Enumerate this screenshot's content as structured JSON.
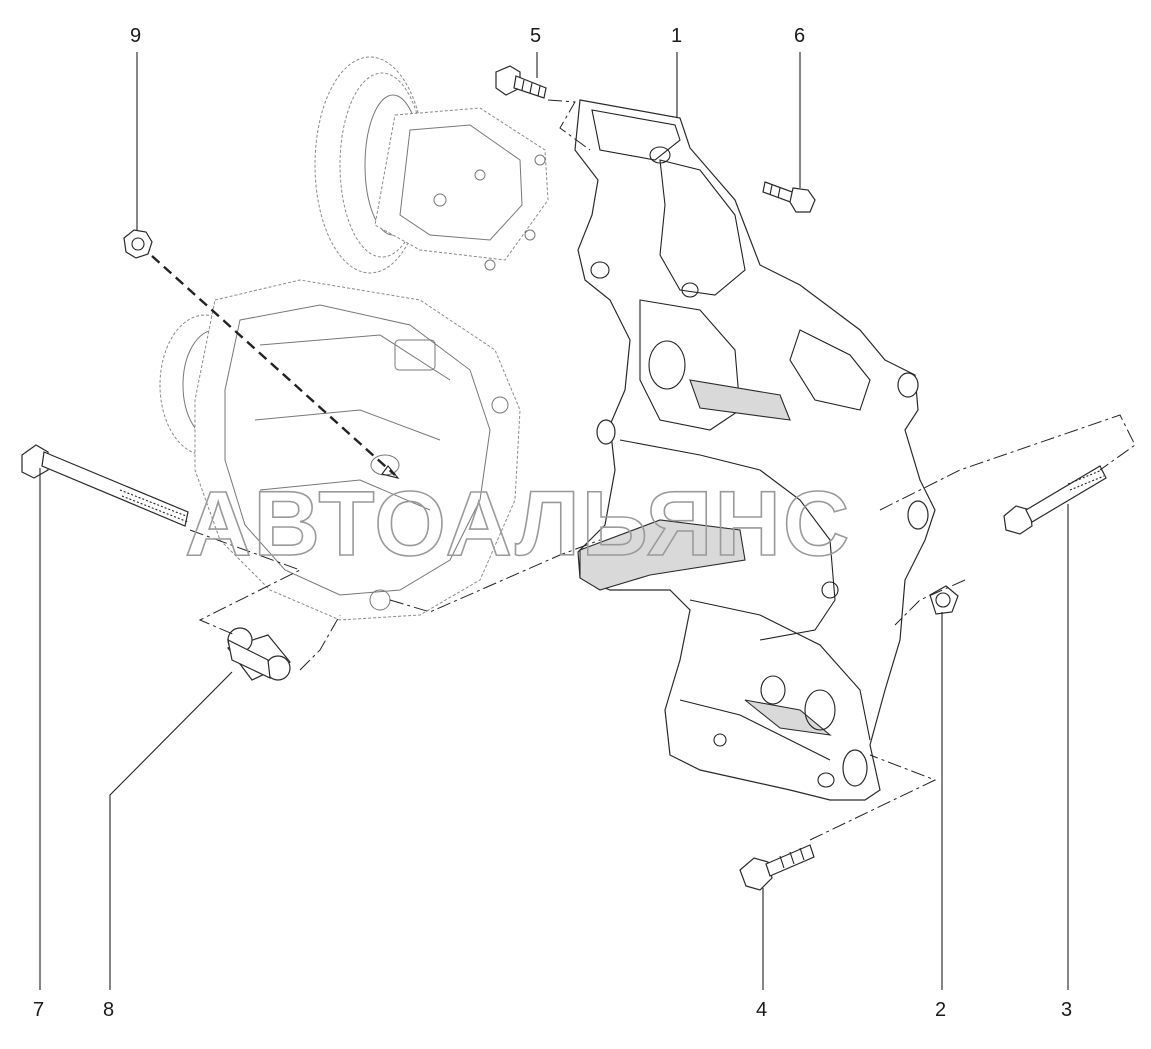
{
  "watermark": "АВТОАЛЬЯНС",
  "callouts": [
    {
      "id": "1",
      "label": "1"
    },
    {
      "id": "2",
      "label": "2"
    },
    {
      "id": "3",
      "label": "3"
    },
    {
      "id": "4",
      "label": "4"
    },
    {
      "id": "5",
      "label": "5"
    },
    {
      "id": "6",
      "label": "6"
    },
    {
      "id": "7",
      "label": "7"
    },
    {
      "id": "8",
      "label": "8"
    },
    {
      "id": "9",
      "label": "9"
    }
  ]
}
